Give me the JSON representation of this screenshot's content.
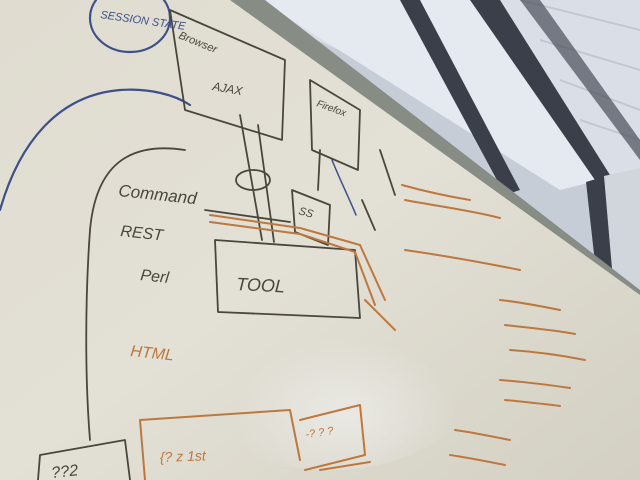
{
  "photo": {
    "subject": "whiteboard-architecture-sketch"
  },
  "whiteboard": {
    "labels": {
      "session_state": "SESSION STATE",
      "browser": "Browser",
      "ajax": "AJAX",
      "command": "Command",
      "rest": "REST",
      "perl": "Perl",
      "ss": "SS",
      "tool": "TOOL",
      "html": "HTML",
      "firefox": "Firefox",
      "bottom_left": "??2",
      "bottom_mid": "{? z 1st",
      "bottom_right": "-? ? ?"
    }
  },
  "palette": {
    "board": "#ece8dc",
    "board_shadow": "#d6d0bf",
    "ceiling": "#e3e7ee",
    "window_glass": "#eef2f8",
    "frame": "#3a3d47",
    "ink_dark": "#4a4538",
    "ink_orange": "#c47a3c",
    "ink_blue": "#3c4f8c"
  }
}
